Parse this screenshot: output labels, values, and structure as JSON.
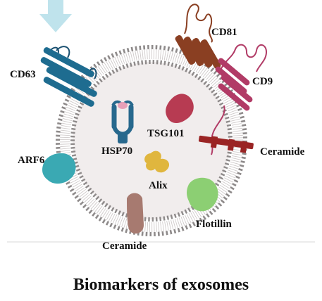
{
  "diagram": {
    "title": "Biomarkers of exosomes",
    "labels": {
      "cd81": "CD81",
      "cd63": "CD63",
      "cd9": "CD9",
      "tsg101": "TSG101",
      "hsp70": "HSP70",
      "ceramide_right": "Ceramide",
      "arf6": "ARF6",
      "alix": "Alix",
      "flotillin": "Flotillin",
      "ceramide_bottom": "Ceramide"
    },
    "colors": {
      "arrow": "#bfe3ec",
      "membrane_head": "#8e8a8a",
      "lumen": "#f1eded",
      "cd63": "#1e6c90",
      "cd81": "#8a3f22",
      "cd9": "#b13b66",
      "tsg101": "#b73b52",
      "hsp70": "#27688d",
      "ceramide": "#9a2424",
      "arf6": "#3aa9b3",
      "alix": "#e0b63e",
      "flotillin": "#8ccf73",
      "ceramide_bottom": "#a77a70"
    }
  }
}
